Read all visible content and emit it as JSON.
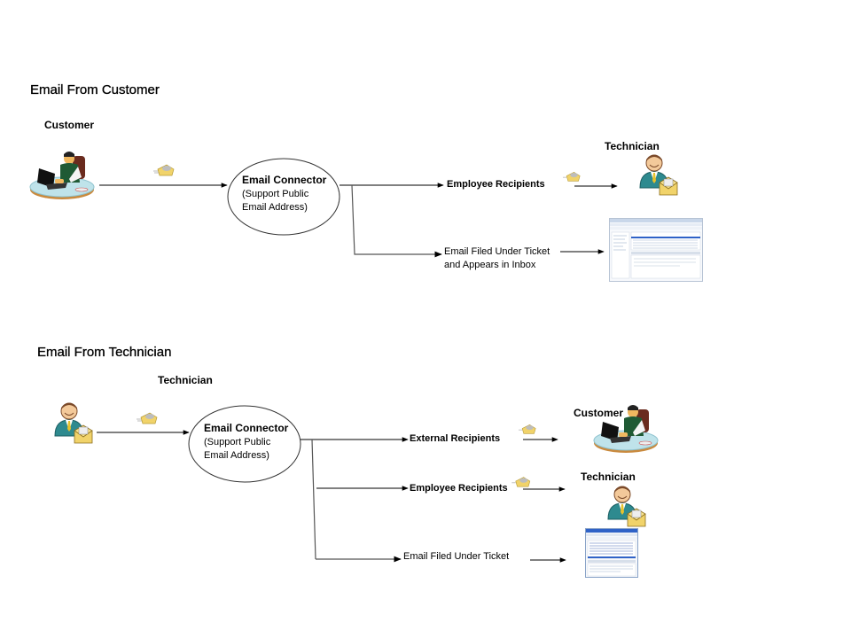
{
  "sections": [
    {
      "title": "Email From Customer",
      "sender": {
        "label": "Customer",
        "icon": "customer-at-desk-icon"
      },
      "connector": {
        "title": "Email Connector",
        "line1": "(Support Public",
        "line2": "Email Address)"
      },
      "outputs": [
        {
          "label": "Employee Recipients",
          "target_label": "Technician",
          "target_icon": "technician-with-envelope-icon"
        },
        {
          "label_line1": "Email Filed Under Ticket",
          "label_line2": "and Appears in Inbox",
          "target_icon": "ticket-inbox-screenshot-icon"
        }
      ]
    },
    {
      "title": "Email From Technician",
      "sender": {
        "label": "Technician",
        "icon": "technician-with-envelope-icon"
      },
      "connector": {
        "title": "Email Connector",
        "line1": "(Support Public",
        "line2": "Email Address)"
      },
      "outputs": [
        {
          "label": "External Recipients",
          "target_label": "Customer",
          "target_icon": "customer-at-desk-icon"
        },
        {
          "label": "Employee Recipients",
          "target_label": "Technician",
          "target_icon": "technician-with-envelope-icon"
        },
        {
          "label": "Email Filed Under Ticket",
          "target_icon": "ticket-screenshot-icon"
        }
      ]
    }
  ],
  "colors": {
    "line": "#000000",
    "line_gray": "#555555",
    "suit_teal": "#2e8a8f",
    "envelope_yellow": "#f1d36a",
    "desk_blue": "#bfe3ea",
    "desk_wood": "#c98a3e",
    "vest_green": "#1f5a34",
    "skin": "#f0b860",
    "window_blue": "#2f62c7"
  }
}
